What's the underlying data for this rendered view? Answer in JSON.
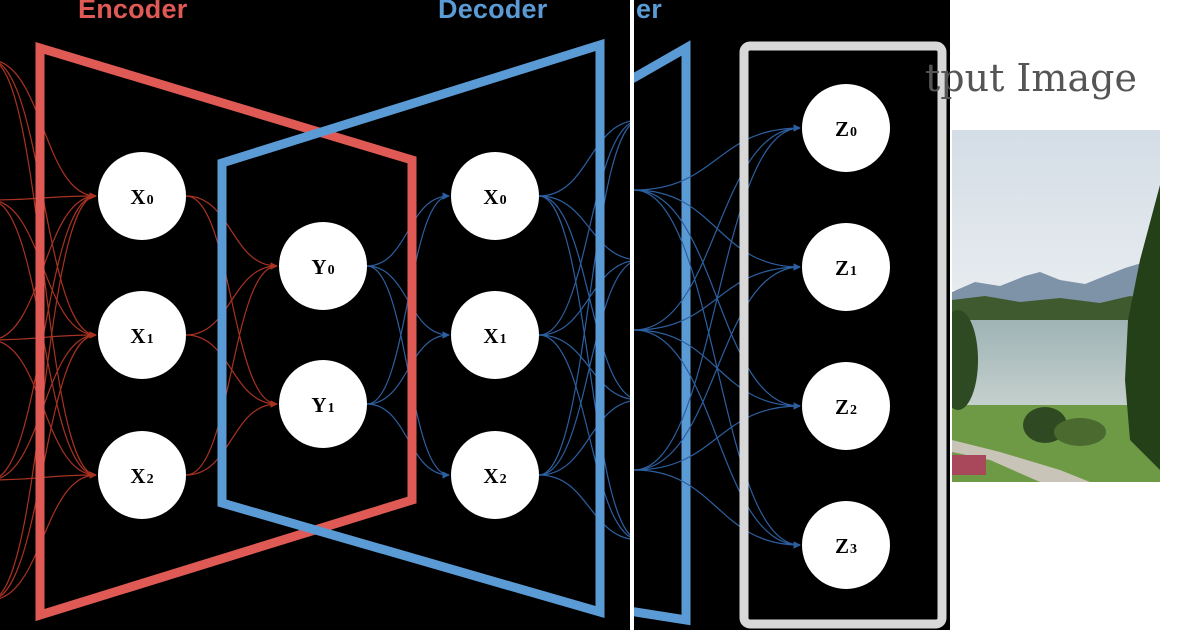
{
  "colors": {
    "encoder": "#e05a55",
    "encoder_arrows": "#a83222",
    "decoder": "#5b9bd5",
    "decoder_arrows": "#2c5fa0",
    "output_frame": "#d8d8d8",
    "background": "#000000"
  },
  "labels": {
    "encoder": "Encoder",
    "decoder": "Decoder",
    "decoder_fragment": "er",
    "output_image_title": "tput Image"
  },
  "nodes": {
    "encoder_x": [
      {
        "letter": "X",
        "sub": "0"
      },
      {
        "letter": "X",
        "sub": "1"
      },
      {
        "letter": "X",
        "sub": "2"
      }
    ],
    "latent_y": [
      {
        "letter": "Y",
        "sub": "0"
      },
      {
        "letter": "Y",
        "sub": "1"
      }
    ],
    "decoder_x": [
      {
        "letter": "X",
        "sub": "0"
      },
      {
        "letter": "X",
        "sub": "1"
      },
      {
        "letter": "X",
        "sub": "2"
      }
    ],
    "output_z": [
      {
        "letter": "Z",
        "sub": "0"
      },
      {
        "letter": "Z",
        "sub": "1"
      },
      {
        "letter": "Z",
        "sub": "2"
      },
      {
        "letter": "Z",
        "sub": "3"
      }
    ]
  }
}
